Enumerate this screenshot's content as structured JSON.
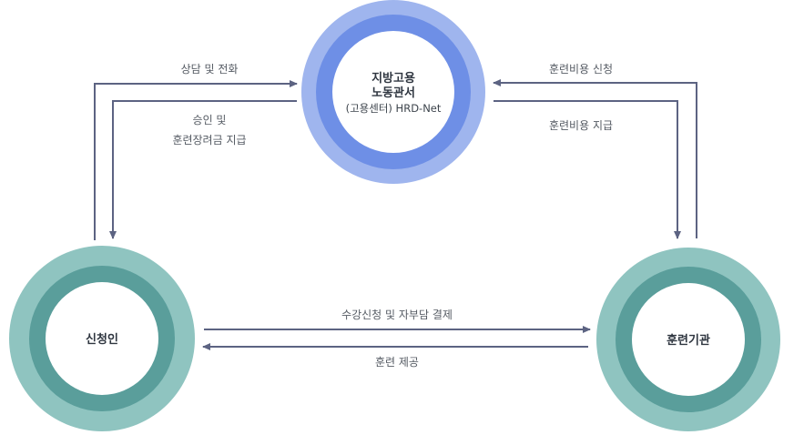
{
  "nodes": {
    "center": {
      "line1": "지방고용",
      "line2": "노동관서",
      "line3": "(고용센터) HRD-Net",
      "outer_color": "#9fb5ee",
      "ring_color": "#6e8fe6"
    },
    "applicant": {
      "label": "신청인",
      "outer_color": "#8fc4c0",
      "ring_color": "#5a9e9b"
    },
    "institution": {
      "label": "훈련기관",
      "outer_color": "#8fc4c0",
      "ring_color": "#5a9e9b"
    }
  },
  "flows": {
    "consult": "상담 및 전화",
    "approve_line1": "승인 및",
    "approve_line2": "훈련장려금 지급",
    "cost_request": "훈련비용 신청",
    "cost_payment": "훈련비용 지급",
    "enroll": "수강신청 및 자부담 결제",
    "provide": "훈련 제공"
  },
  "arrow_color": "#5c6382"
}
